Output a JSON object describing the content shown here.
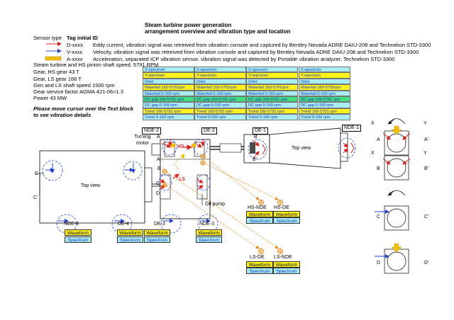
{
  "title_line1": "Steam turbine power generation",
  "title_line2": "arrangement overview and vibration type and location",
  "legend": {
    "header_type": "Sensor type",
    "header_tag": "Tag initial ID",
    "rows": [
      {
        "tag": "D-xxxx",
        "desc": "Eddy current, vibration signal was retreived from vibration console and captured by Bentley Nevada ADRE DAIU-208 and Technekon STD-3300",
        "color": "#e02020"
      },
      {
        "tag": "V-xxxx",
        "desc": "Velocity, vibration signal was retreived from vibration console and captured by Bentley Nevada ADRE DAIU-208 and Technekon STD-3300",
        "color": "#2040e0"
      },
      {
        "tag": "A-xxxx",
        "desc": "Acceleration, separated ICP vibration sensor, vibration signal was detected by Portable vibration analyzer, Technekon STD-3300",
        "color": "#f0c000"
      }
    ]
  },
  "specs": [
    "Steam turbine  and HS pinion shaft speed, 5791 RPM",
    "Gear, HS gear 43 T",
    "Gear, LS gear 166 T",
    "Gen and  LS shaft speed 1500 rpm",
    "Gear service factor AGMA 421-06>1.3",
    "Power 43 MW"
  ],
  "instruction": [
    "Please move cursor over the Text block",
    "to see vibration details"
  ],
  "table": {
    "rows": [
      {
        "text": "X-spectrum",
        "style": "cyan"
      },
      {
        "text": "Y-spectrum",
        "style": "yellow"
      },
      {
        "text": "Orbit",
        "style": "cyan"
      },
      {
        "text": "Waterfall 160-5791rpm",
        "style": "yellow"
      },
      {
        "text": "Waterfall 0-160 rpm",
        "style": "cyan"
      },
      {
        "text": "DC gap 160-5791 rpm",
        "style": "green"
      },
      {
        "text": "DC gap 0-160 rpm",
        "style": "cyan"
      },
      {
        "text": "Trend 160-5791 rpm",
        "style": "yellow"
      },
      {
        "text": "Trend 0-160 rpm",
        "style": "cyan"
      }
    ],
    "col3_variant": {
      "0": "X-specrum",
      "1": "Y-sepctrum"
    },
    "col4_variant": {
      "1": "Y-spectrum",
      "3": "Waterfall 160-5791rpm"
    }
  },
  "diagram": {
    "nde2": "NDE-2",
    "de2": "DE-2",
    "de1": "DE-1",
    "nde1": "NDE-1",
    "turning_motor": [
      "Turning",
      "motor"
    ],
    "hs": "HS",
    "ls": "LS",
    "oil_pump": "Oil pump",
    "top_view_left": "Top view",
    "top_view_right": "Top view",
    "nde4": "NDE-4",
    "de4": "DE-4",
    "de3": "DE-3",
    "nde3": "NDE-3",
    "hs_nde": "HS-NDE",
    "hs_de": "HS-DE",
    "ls_de": "LS-DE",
    "ls_nde": "LS-NDE",
    "waveform": "Waveform",
    "spectrum": "Spectrum",
    "letters": {
      "A": "A",
      "Ap": "A'",
      "B": "B",
      "Bp": "B'",
      "C": "C",
      "Cp": "C'",
      "D": "D",
      "Dp": "D'",
      "X": "X",
      "Y": "Y"
    }
  },
  "colors": {
    "eddy": "#e02020",
    "velocity": "#2040e0",
    "accel": "#f0c000",
    "orange": "#f08000"
  }
}
